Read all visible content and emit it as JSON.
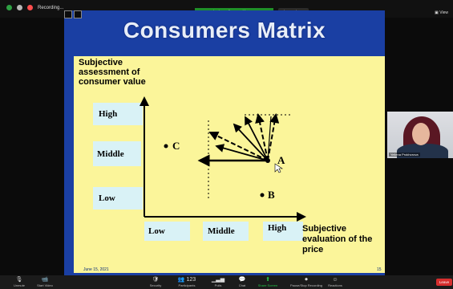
{
  "topbar": {
    "recording_label": "Recording...",
    "sharing_banner": "You are viewing Yeliena Prokhorova's screen",
    "view_options": "View Options ▾",
    "view_right": "▣ View"
  },
  "slide": {
    "title": "Consumers Matrix",
    "y_axis_label": "Subjective assessment of consumer value",
    "x_axis_label": "Subjective evaluation of the price",
    "date": "June 15, 2021",
    "slide_number": "15",
    "y_levels": [
      "High",
      "Middle",
      "Low"
    ],
    "x_levels": [
      "Low",
      "Middle",
      "High"
    ],
    "points": [
      {
        "label": "A"
      },
      {
        "label": "B"
      },
      {
        "label": "C"
      }
    ]
  },
  "video": {
    "participant_name": "Yeliena Prokhorova"
  },
  "toolbar": {
    "items": [
      {
        "icon": "🎙",
        "label": "Unmute"
      },
      {
        "icon": "📹",
        "label": "Start Video"
      },
      {
        "icon": "🛡",
        "label": "Security"
      },
      {
        "icon": "👥 123",
        "label": "Participants"
      },
      {
        "icon": "▁▃▅",
        "label": "Polls"
      },
      {
        "icon": "💬",
        "label": "Chat"
      },
      {
        "icon": "⬆",
        "label": "Share Screen"
      },
      {
        "icon": "⏺",
        "label": "Pause/Stop Recording"
      },
      {
        "icon": "☺",
        "label": "Reactions"
      }
    ],
    "leave_label": "Leave"
  },
  "colors": {
    "slide_blue": "#1a3fa3",
    "panel_yellow": "#fbf59a",
    "box_cyan": "#d9f2f6",
    "share_green": "#1f8f2a",
    "leave_red": "#d62e2e"
  }
}
